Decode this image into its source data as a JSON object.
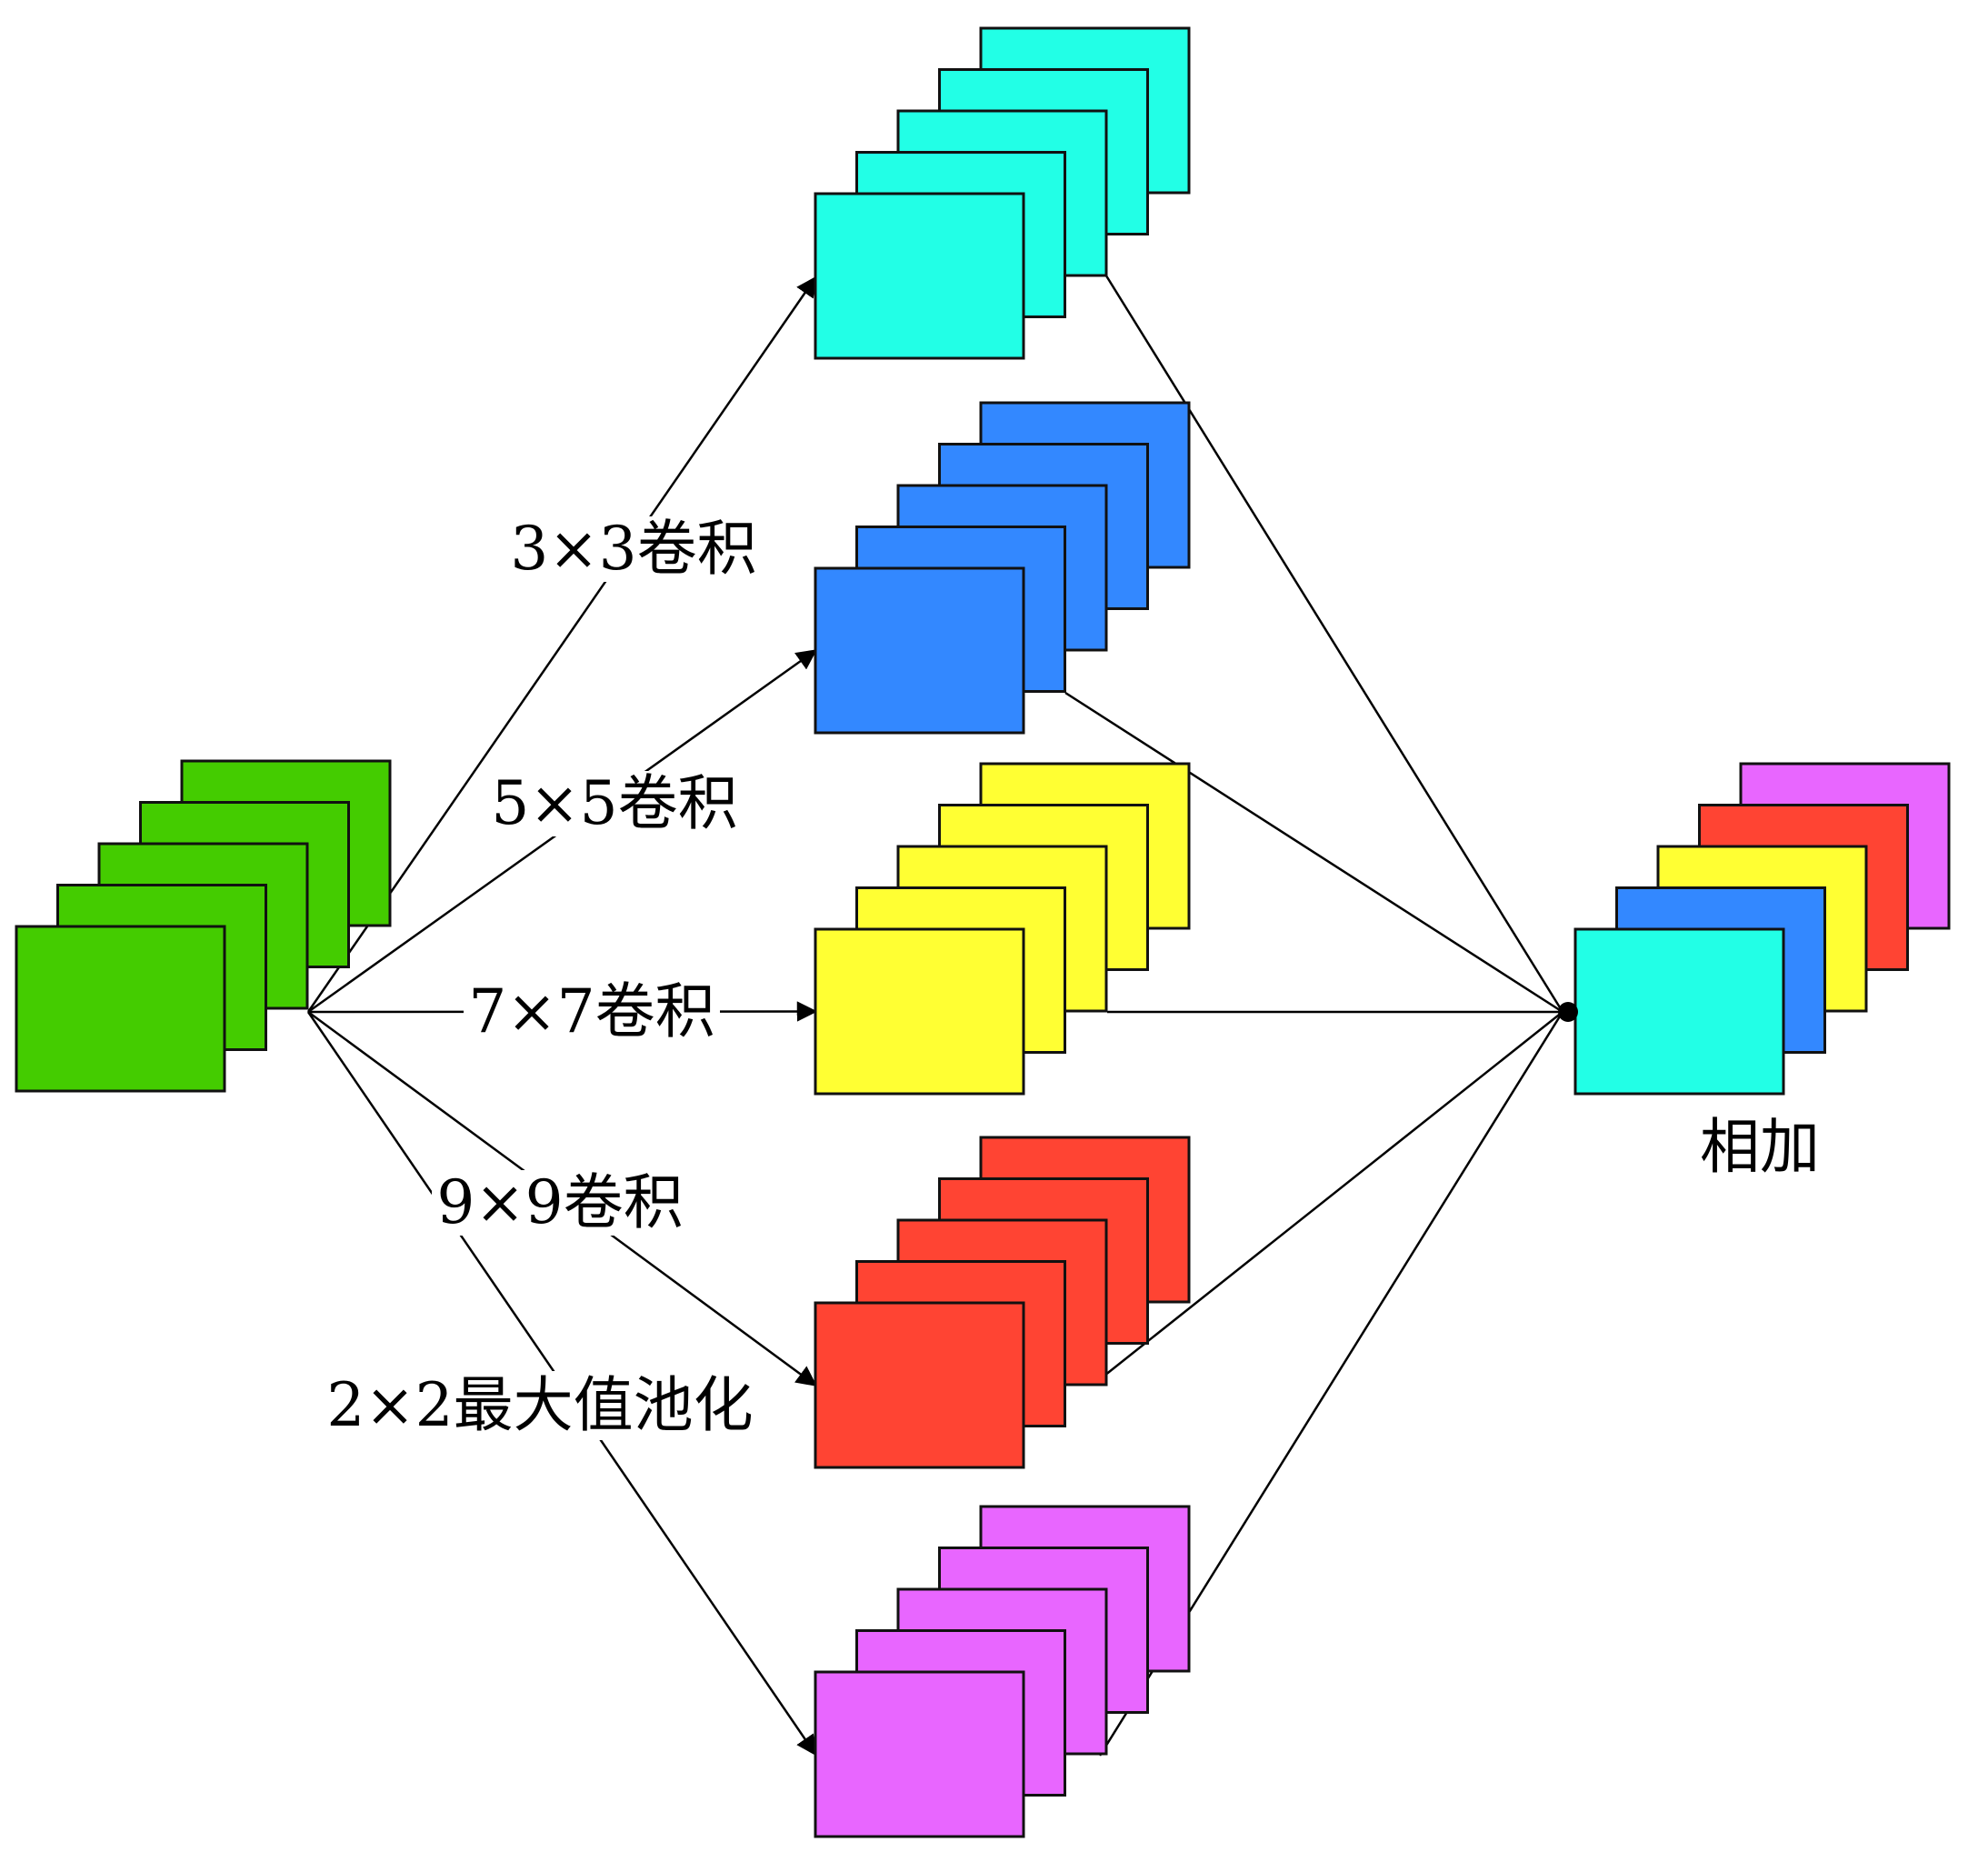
{
  "diagram": {
    "labels": {
      "conv3": "3×3卷积",
      "conv5": "5×5卷积",
      "conv7": "7×7卷积",
      "conv9": "9×9卷积",
      "pool": "2×2最大值池化",
      "sum": "相加"
    },
    "colors": {
      "input": "#44cc00",
      "conv3": "#22ffe6",
      "conv5": "#3388ff",
      "conv7": "#ffff33",
      "conv9": "#ff4433",
      "pool": "#e866ff"
    },
    "branches": [
      "conv3",
      "conv5",
      "conv7",
      "conv9",
      "pool"
    ],
    "output_stack_order_back_to_front": [
      "pool",
      "conv9",
      "conv7",
      "conv5",
      "conv3"
    ]
  }
}
